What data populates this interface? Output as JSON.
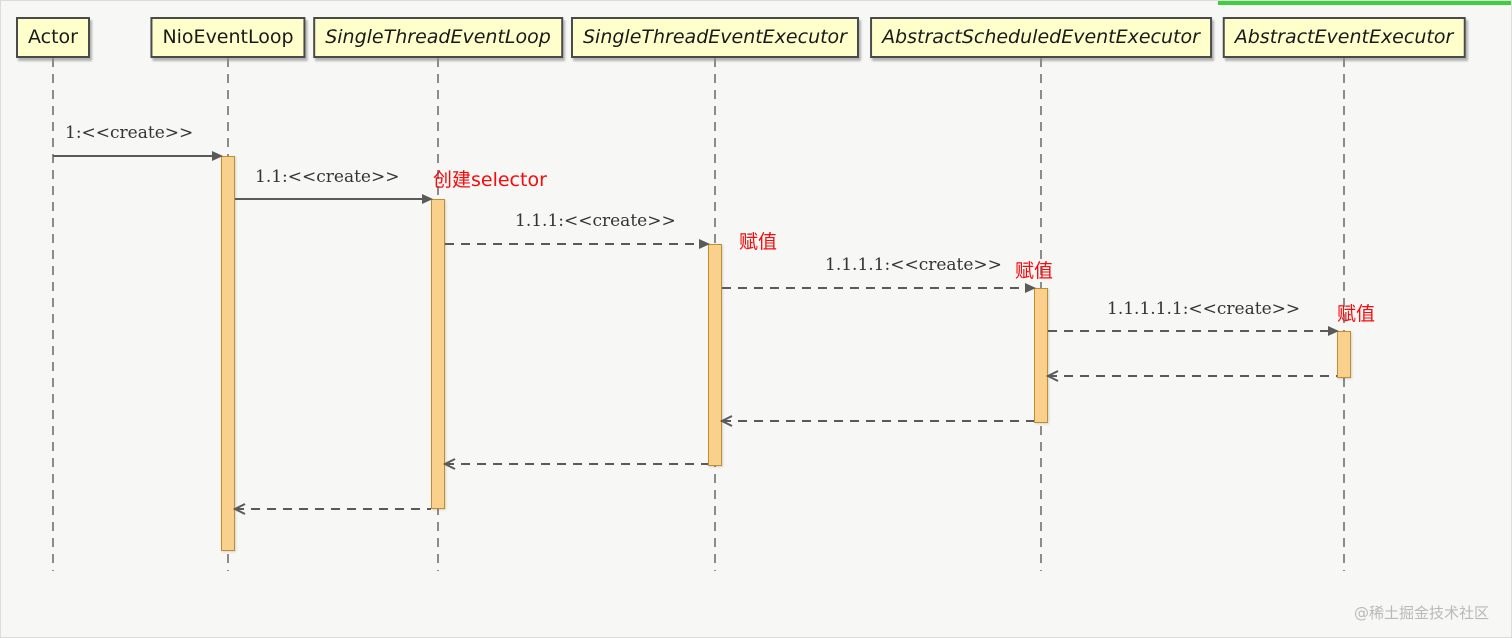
{
  "page": {
    "type": "uml-sequence-diagram"
  },
  "colors": {
    "participant_fill": "#ffffcc",
    "participant_border": "#4a4a4a",
    "activation_fill": "#f9d08c",
    "activation_border": "#bf8f2f",
    "line": "#5a5a5a",
    "annotation": "#f40b0b",
    "progress_bar": "#3ecf3e",
    "background": "#f7f7f5",
    "watermark": "#b9b9b9"
  },
  "participants": [
    {
      "label": "Actor",
      "abstract": false
    },
    {
      "label": "NioEventLoop",
      "abstract": false
    },
    {
      "label": "SingleThreadEventLoop",
      "abstract": true
    },
    {
      "label": "SingleThreadEventExecutor",
      "abstract": true
    },
    {
      "label": "AbstractScheduledEventExecutor",
      "abstract": true
    },
    {
      "label": "AbstractEventExecutor",
      "abstract": true
    }
  ],
  "messages": [
    {
      "label": "1:<<create>>",
      "from": "Actor",
      "to": "NioEventLoop",
      "annotation": ""
    },
    {
      "label": "1.1:<<create>>",
      "from": "NioEventLoop",
      "to": "SingleThreadEventLoop",
      "annotation": "创建selector"
    },
    {
      "label": "1.1.1:<<create>>",
      "from": "SingleThreadEventLoop",
      "to": "SingleThreadEventExecutor",
      "annotation": "赋值"
    },
    {
      "label": "1.1.1.1:<<create>>",
      "from": "SingleThreadEventExecutor",
      "to": "AbstractScheduledEventExecutor",
      "annotation": "赋值"
    },
    {
      "label": "1.1.1.1.1:<<create>>",
      "from": "AbstractScheduledEventExecutor",
      "to": "AbstractEventExecutor",
      "annotation": "赋值"
    }
  ],
  "returns": [
    {
      "from": "AbstractEventExecutor",
      "to": "AbstractScheduledEventExecutor"
    },
    {
      "from": "AbstractScheduledEventExecutor",
      "to": "SingleThreadEventExecutor"
    },
    {
      "from": "SingleThreadEventExecutor",
      "to": "SingleThreadEventLoop"
    },
    {
      "from": "SingleThreadEventLoop",
      "to": "NioEventLoop"
    }
  ],
  "watermark": "@稀土掘金技术社区"
}
